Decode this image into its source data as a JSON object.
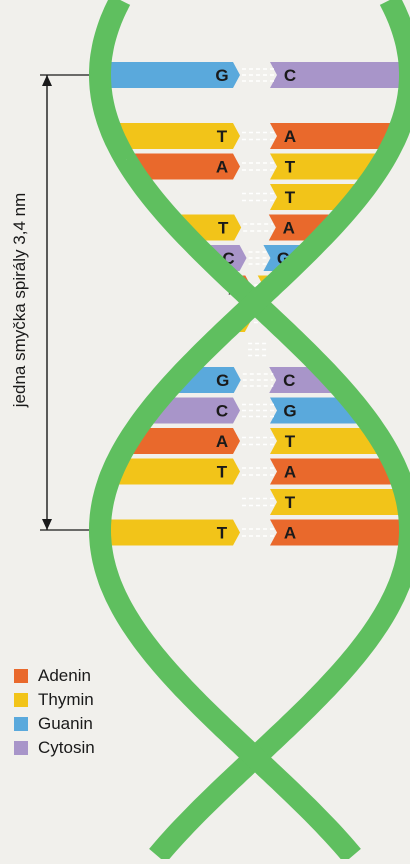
{
  "scale_label": "jedna smyčka spirály 3,4 nm",
  "colors": {
    "A": "#e9692c",
    "T": "#f2c419",
    "G": "#5aa9dc",
    "C": "#a895c9",
    "backbone": "#5fbf5f",
    "background": "#f1f0ec"
  },
  "legend": [
    {
      "base": "A",
      "label": "Adenin"
    },
    {
      "base": "T",
      "label": "Thymin"
    },
    {
      "base": "G",
      "label": "Guanin"
    },
    {
      "base": "C",
      "label": "Cytosin"
    }
  ],
  "base_pairs": [
    {
      "left": "G",
      "right": "C",
      "h_bonds": 3
    },
    {
      "left": "",
      "right": "",
      "h_bonds": 0
    },
    {
      "left": "T",
      "right": "A",
      "h_bonds": 2
    },
    {
      "left": "A",
      "right": "T",
      "h_bonds": 2
    },
    {
      "left": "",
      "right": "T",
      "h_bonds": 2
    },
    {
      "left": "T",
      "right": "A",
      "h_bonds": 2
    },
    {
      "left": "C",
      "right": "G",
      "h_bonds": 3
    },
    {
      "left": "A",
      "right": "T",
      "h_bonds": 2
    },
    {
      "left": "T",
      "right": "",
      "h_bonds": 2
    },
    {
      "left": "",
      "right": "",
      "h_bonds": 3
    },
    {
      "left": "G",
      "right": "C",
      "h_bonds": 3
    },
    {
      "left": "C",
      "right": "G",
      "h_bonds": 3
    },
    {
      "left": "A",
      "right": "T",
      "h_bonds": 2
    },
    {
      "left": "T",
      "right": "A",
      "h_bonds": 2
    },
    {
      "left": "",
      "right": "T",
      "h_bonds": 2
    },
    {
      "left": "T",
      "right": "A",
      "h_bonds": 2
    }
  ]
}
